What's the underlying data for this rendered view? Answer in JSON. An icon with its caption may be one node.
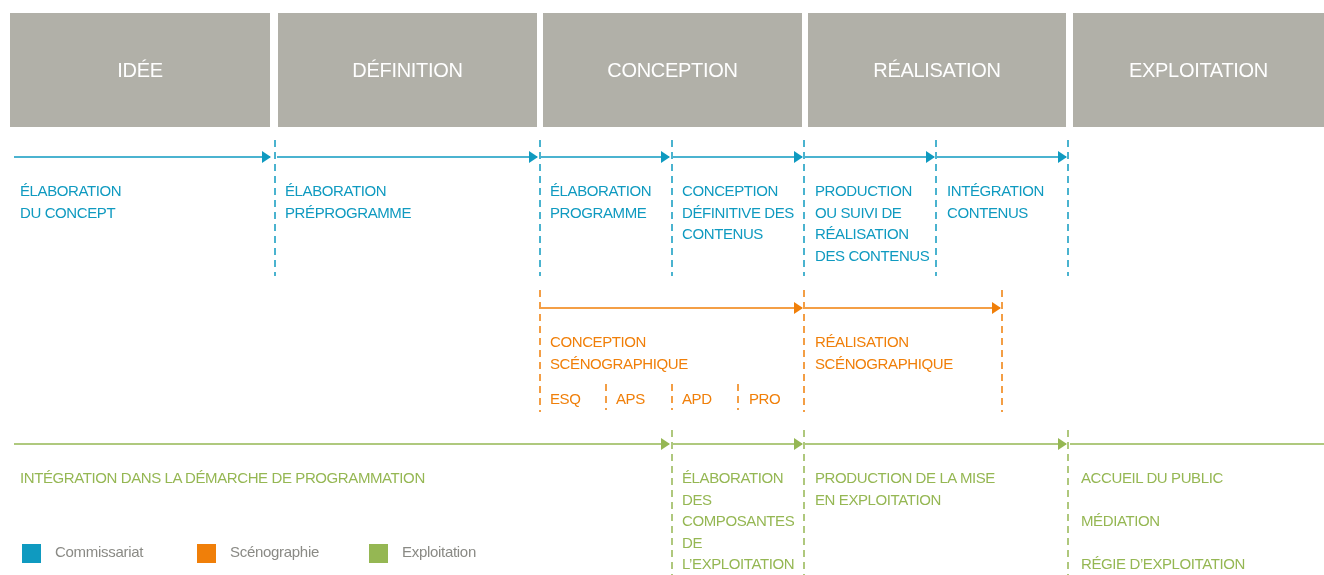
{
  "diagram": {
    "nodes": [
      {
        "text": [
          "IDÉE"
        ]
      },
      {
        "text": [
          "DÉFINITION"
        ]
      },
      {
        "text": [
          "CONCEPTION"
        ]
      },
      {
        "text": [
          "RÉALISATION"
        ]
      },
      {
        "text": [
          "EXPLOITATION"
        ]
      }
    ],
    "edges": [],
    "labels": [
      "ÉLABORATION DU CONCEPT",
      "ÉLABORATION PRÉPROGRAMME",
      "ÉLABORATION PROGRAMME",
      "CONCEPTION DÉFINITIVE DES CONTENUS",
      "PRODUCTION OU SUIVI DE RÉALISATION DES CONTENUS",
      "INTÉGRATION CONTENUS",
      "CONCEPTION SCÉNOGRAPHIQUE",
      "RÉALISATION SCÉNOGRAPHIQUE",
      "ESQ",
      "APS",
      "APD",
      "PRO",
      "INTÉGRATION DANS LA DÉMARCHE DE PROGRAMMATION",
      "ÉLABORATION DES COMPOSANTES DE L’EXPLOITATION",
      "PRODUCTION DE LA MISE EN EXPLOITATION",
      "ACCUEIL DU PUBLIC",
      "MÉDIATION",
      "RÉGIE D’EXPLOITATION"
    ],
    "legend": [
      {
        "text": "Commissariat",
        "color": "#0f9ac0"
      },
      {
        "text": "Scénographie",
        "color": "#f07f09"
      },
      {
        "text": "Exploitation",
        "color": "#95b753"
      }
    ]
  }
}
